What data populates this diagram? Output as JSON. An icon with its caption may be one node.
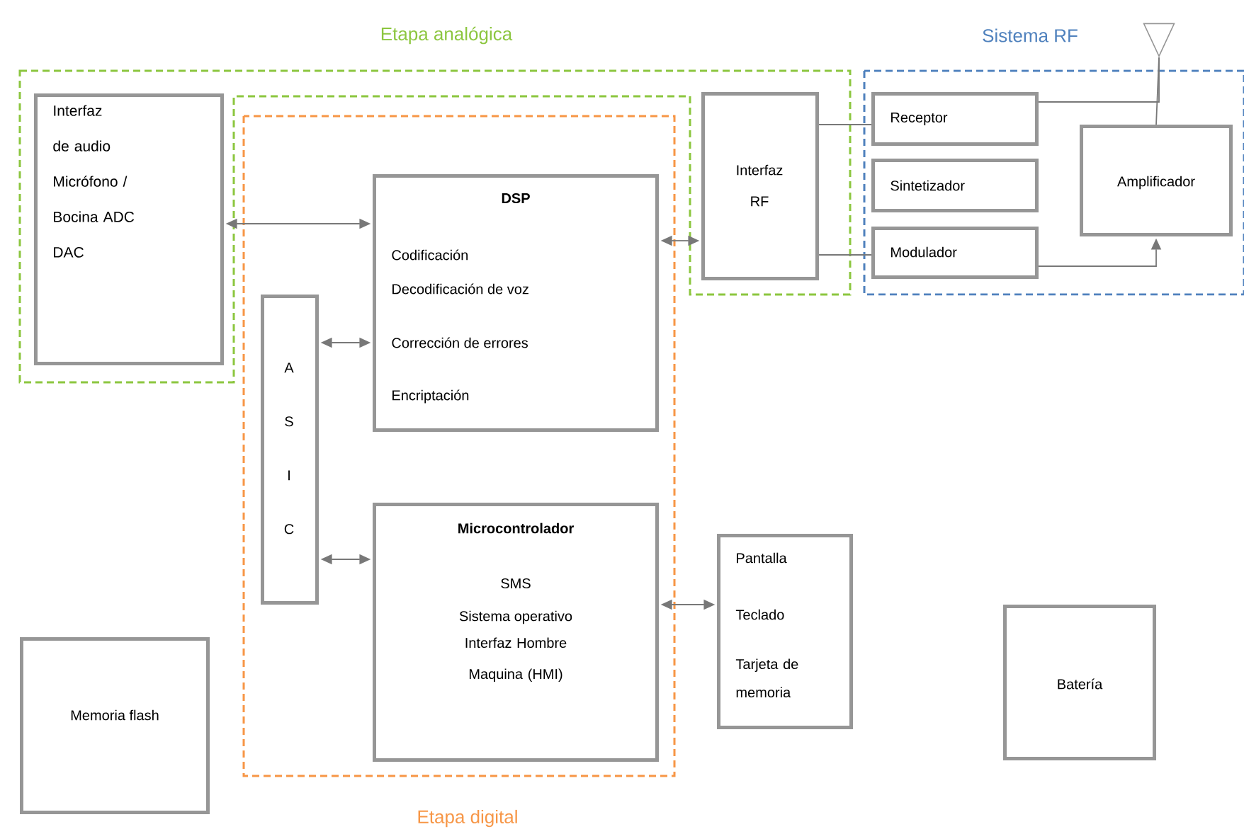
{
  "diagram": {
    "nodes": [
      {
        "text": [
          "Etapa analógica"
        ]
      },
      {
        "text": [
          "Interfaz de audio Micrófono / Bocina ADC DAC"
        ],
        "in": 0
      },
      {
        "text": [
          "Etapa digital"
        ]
      },
      {
        "text": [
          "DSP",
          "Codificación",
          "Decodificación de voz",
          "Corrección de errores",
          "Encriptación"
        ],
        "in": 2
      },
      {
        "text": [
          "A S I C"
        ],
        "in": 2
      },
      {
        "text": [
          "Microcontrolador",
          "SMS",
          "Sistema operativo",
          "Interfaz Hombre Maquina (HMI)"
        ],
        "in": 2
      },
      {
        "text": [
          "Interfaz RF"
        ],
        "in": 0
      },
      {
        "text": [
          "Sistema RF"
        ]
      },
      {
        "text": [
          "Receptor"
        ],
        "in": 7
      },
      {
        "text": [
          "Sintetizador"
        ],
        "in": 7
      },
      {
        "text": [
          "Modulador"
        ],
        "in": 7
      },
      {
        "text": [
          "Amplificador"
        ],
        "in": 7
      },
      {
        "text": [],
        "shape": "triangle"
      },
      {
        "text": [
          "Pantalla",
          "Teclado",
          "Tarjeta de memoria"
        ]
      },
      {
        "text": [
          "Memoria flash"
        ]
      },
      {
        "text": [
          "Batería"
        ]
      }
    ],
    "edges": [
      {
        "from": 1,
        "to": 3,
        "arrow": "both"
      },
      {
        "from": 3,
        "to": 6,
        "arrow": "both"
      },
      {
        "from": 4,
        "to": 3,
        "arrow": "both"
      },
      {
        "from": 4,
        "to": 5,
        "arrow": "both"
      },
      {
        "from": 5,
        "to": 13,
        "arrow": "both"
      },
      {
        "from": 6,
        "to": 8,
        "arrow": "none"
      },
      {
        "from": 6,
        "to": 10,
        "arrow": "none"
      },
      {
        "from": 8,
        "to": 12,
        "arrow": "none"
      },
      {
        "from": 11,
        "to": 12,
        "arrow": "none"
      },
      {
        "from": 10,
        "to": 11,
        "arrow": "to"
      }
    ]
  }
}
